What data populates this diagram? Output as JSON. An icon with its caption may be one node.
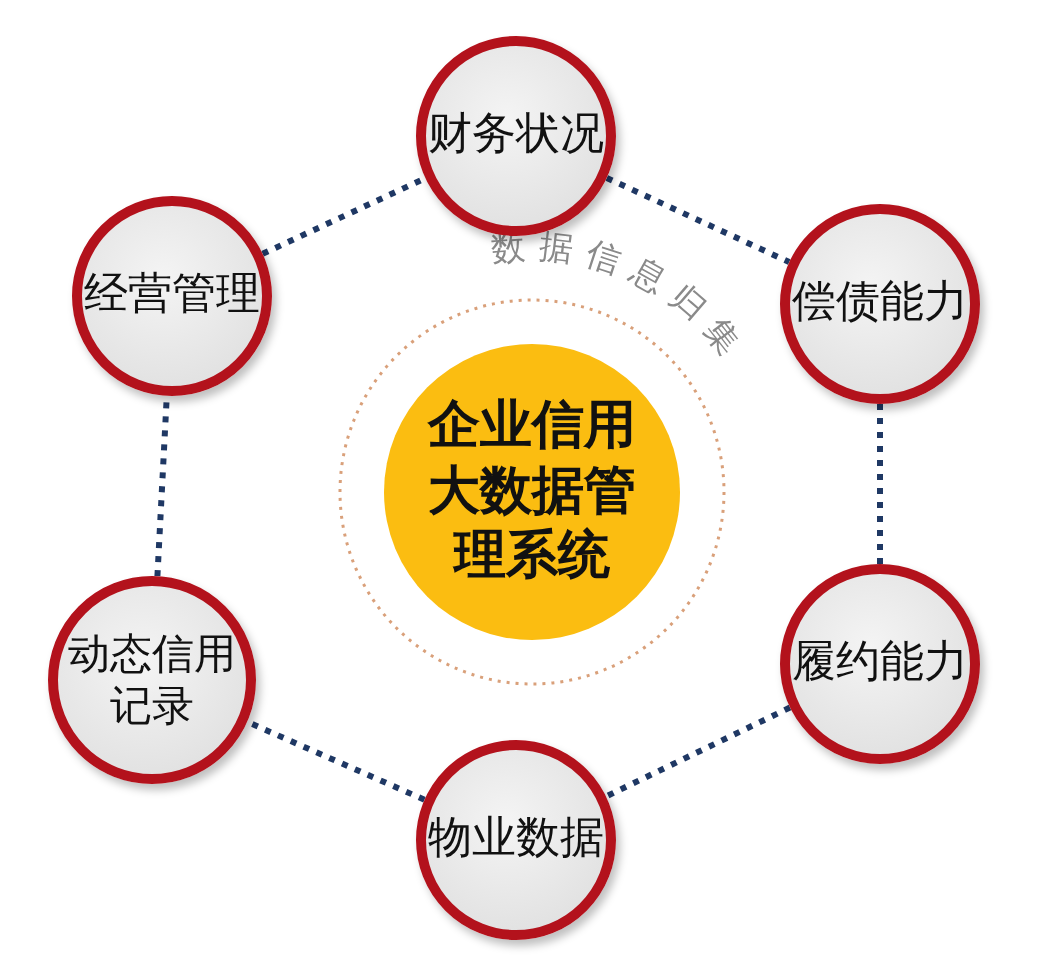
{
  "diagram": {
    "nodes": [
      {
        "text": [
          "企业信用大数据管理系统"
        ]
      },
      {
        "text": [
          "财务状况"
        ]
      },
      {
        "text": [
          "偿债能力"
        ]
      },
      {
        "text": [
          "履约能力"
        ]
      },
      {
        "text": [
          "物业数据"
        ]
      },
      {
        "text": [
          "动态信用记录"
        ]
      },
      {
        "text": [
          "经营管理"
        ]
      }
    ],
    "edges": [
      {
        "from": 1,
        "to": 2,
        "arrow": "none",
        "style": "dashed"
      },
      {
        "from": 2,
        "to": 3,
        "arrow": "none",
        "style": "dashed"
      },
      {
        "from": 3,
        "to": 4,
        "arrow": "none",
        "style": "dashed"
      },
      {
        "from": 4,
        "to": 5,
        "arrow": "none",
        "style": "dashed"
      },
      {
        "from": 5,
        "to": 6,
        "arrow": "none",
        "style": "dashed"
      },
      {
        "from": 6,
        "to": 1,
        "arrow": "none",
        "style": "dashed"
      }
    ],
    "labels": [
      "数据信息归集"
    ]
  }
}
